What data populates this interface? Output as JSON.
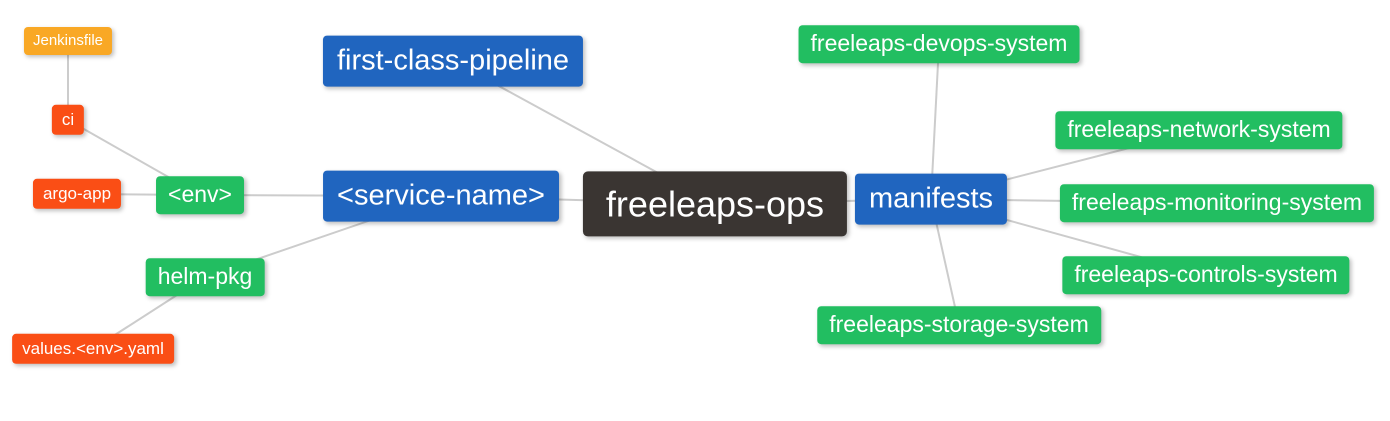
{
  "diagram": {
    "type": "mindmap",
    "root_label": "freeleaps-ops",
    "palette": {
      "background": "#ffffff",
      "edge": "#cccccc",
      "text": "#ffffff",
      "root": "#3a3532",
      "level1": "#2065bf",
      "level2": "#22be61",
      "level3": "#fa4e15",
      "level4": "#f9a825"
    },
    "nodes": [
      {
        "id": "freeleaps-ops",
        "label": "freeleaps-ops",
        "level": 0
      },
      {
        "id": "first-class-pipeline",
        "label": "first-class-pipeline",
        "level": 1
      },
      {
        "id": "service-name",
        "label": "<service-name>",
        "level": 1
      },
      {
        "id": "manifests",
        "label": "manifests",
        "level": 1
      },
      {
        "id": "env",
        "label": "<env>",
        "level": 2
      },
      {
        "id": "helm-pkg",
        "label": "helm-pkg",
        "level": 2
      },
      {
        "id": "ci",
        "label": "ci",
        "level": 3
      },
      {
        "id": "argo-app",
        "label": "argo-app",
        "level": 3
      },
      {
        "id": "jenkinsfile",
        "label": "Jenkinsfile",
        "level": 4
      },
      {
        "id": "values-env-yaml",
        "label": "values.<env>.yaml",
        "level": 3
      },
      {
        "id": "freeleaps-devops-system",
        "label": "freeleaps-devops-system",
        "level": 2
      },
      {
        "id": "freeleaps-network-system",
        "label": "freeleaps-network-system",
        "level": 2
      },
      {
        "id": "freeleaps-monitoring-system",
        "label": "freeleaps-monitoring-system",
        "level": 2
      },
      {
        "id": "freeleaps-controls-system",
        "label": "freeleaps-controls-system",
        "level": 2
      },
      {
        "id": "freeleaps-storage-system",
        "label": "freeleaps-storage-system",
        "level": 2
      }
    ],
    "edges": [
      {
        "from": "freeleaps-ops",
        "to": "first-class-pipeline"
      },
      {
        "from": "freeleaps-ops",
        "to": "service-name"
      },
      {
        "from": "freeleaps-ops",
        "to": "manifests"
      },
      {
        "from": "service-name",
        "to": "env"
      },
      {
        "from": "service-name",
        "to": "helm-pkg"
      },
      {
        "from": "env",
        "to": "ci"
      },
      {
        "from": "env",
        "to": "argo-app"
      },
      {
        "from": "ci",
        "to": "jenkinsfile"
      },
      {
        "from": "helm-pkg",
        "to": "values-env-yaml"
      },
      {
        "from": "manifests",
        "to": "freeleaps-devops-system"
      },
      {
        "from": "manifests",
        "to": "freeleaps-network-system"
      },
      {
        "from": "manifests",
        "to": "freeleaps-monitoring-system"
      },
      {
        "from": "manifests",
        "to": "freeleaps-controls-system"
      },
      {
        "from": "manifests",
        "to": "freeleaps-storage-system"
      }
    ]
  }
}
